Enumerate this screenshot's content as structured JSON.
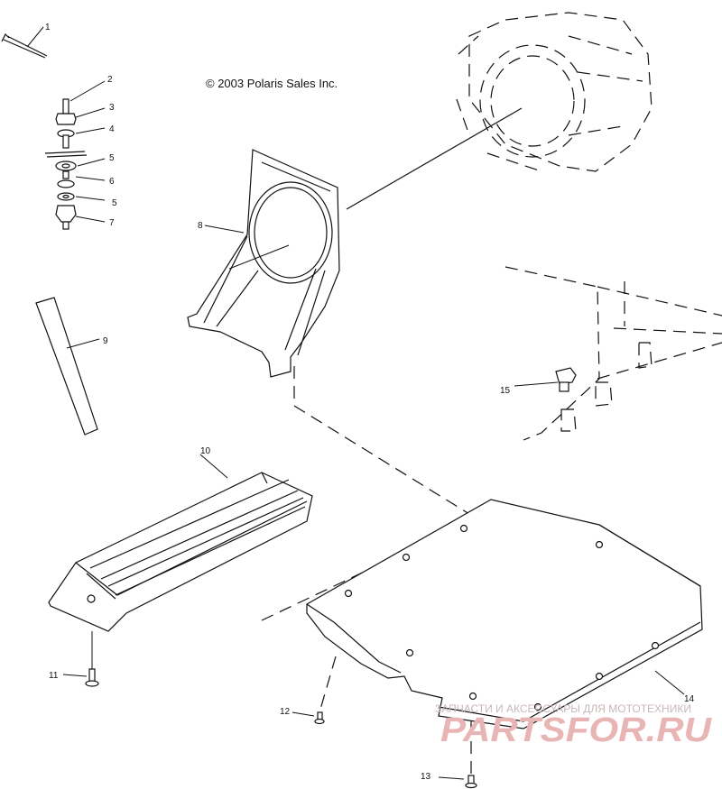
{
  "copyright": "© 2003 Polaris Sales Inc.",
  "watermark": {
    "tagline": "ЗАПЧАСТИ И АКСЕССУАРЫ ДЛЯ МОТОТЕХНИКИ",
    "brand": "PARTSFOR.RU",
    "color": "#e9b4b4"
  },
  "callouts": [
    "1",
    "2",
    "3",
    "4",
    "5",
    "6",
    "5",
    "7",
    "8",
    "9",
    "10",
    "11",
    "12",
    "13",
    "14",
    "15"
  ]
}
